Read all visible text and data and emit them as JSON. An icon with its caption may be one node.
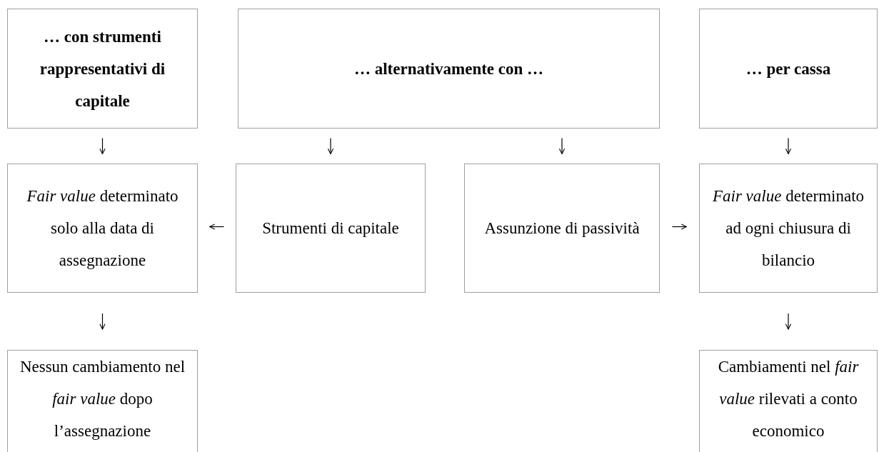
{
  "diagram": {
    "nodes": [
      {
        "text": [
          "… con strumenti rappresentativi di capitale"
        ]
      },
      {
        "text": [
          "… alternativamente con …"
        ]
      },
      {
        "text": [
          "… per cassa"
        ]
      },
      {
        "text": [
          "*Fair value* determinato solo alla data di assegnazione"
        ]
      },
      {
        "text": [
          "Strumenti di capitale"
        ]
      },
      {
        "text": [
          "Assunzione di passività"
        ]
      },
      {
        "text": [
          "*Fair value* determinato ad ogni chiusura di bilancio"
        ]
      },
      {
        "text": [
          "Nessun cambiamento nel *fair value* dopo l’assegnazione"
        ]
      },
      {
        "text": [
          "Cambiamenti nel *fair value* rilevati a conto economico"
        ]
      }
    ],
    "edges": [
      {
        "from": 0,
        "to": 3,
        "arrow": "to"
      },
      {
        "from": 1,
        "to": 4,
        "arrow": "to"
      },
      {
        "from": 1,
        "to": 5,
        "arrow": "to"
      },
      {
        "from": 2,
        "to": 6,
        "arrow": "to"
      },
      {
        "from": 4,
        "to": 3,
        "arrow": "to"
      },
      {
        "from": 5,
        "to": 6,
        "arrow": "to"
      },
      {
        "from": 3,
        "to": 7,
        "arrow": "to"
      },
      {
        "from": 6,
        "to": 8,
        "arrow": "to"
      }
    ]
  }
}
